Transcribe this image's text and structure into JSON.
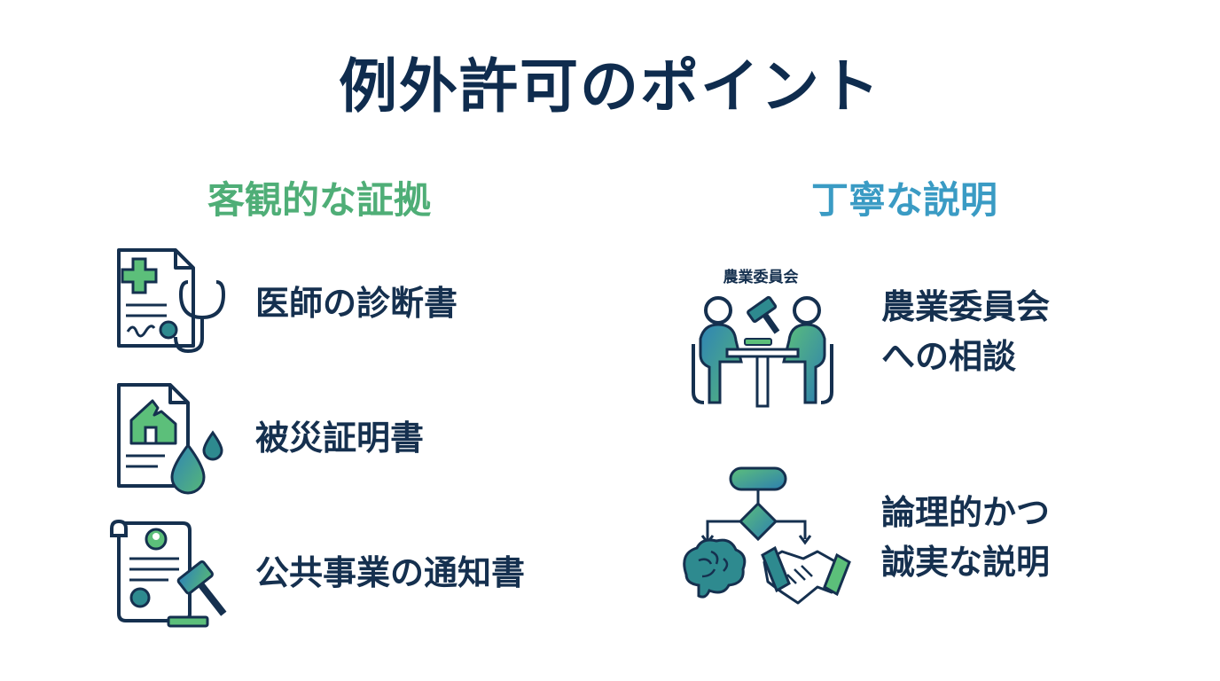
{
  "title": "例外許可のポイント",
  "left": {
    "heading": "客観的な証拠",
    "items": [
      {
        "label": "医師の診断書",
        "icon": "medical-certificate-icon"
      },
      {
        "label": "被災証明書",
        "icon": "disaster-certificate-icon"
      },
      {
        "label": "公共事業の通知書",
        "icon": "public-works-notice-icon"
      }
    ]
  },
  "right": {
    "heading": "丁寧な説明",
    "items": [
      {
        "label_line1": "農業委員会",
        "label_line2": "への相談",
        "icon": "committee-meeting-icon",
        "icon_caption": "農業委員会"
      },
      {
        "label_line1": "論理的かつ",
        "label_line2": "誠実な説明",
        "icon": "logic-handshake-icon"
      }
    ]
  },
  "colors": {
    "navy": "#15304f",
    "green": "#4fae77",
    "blue": "#3a9bc4",
    "teal": "#2e8a8f"
  }
}
